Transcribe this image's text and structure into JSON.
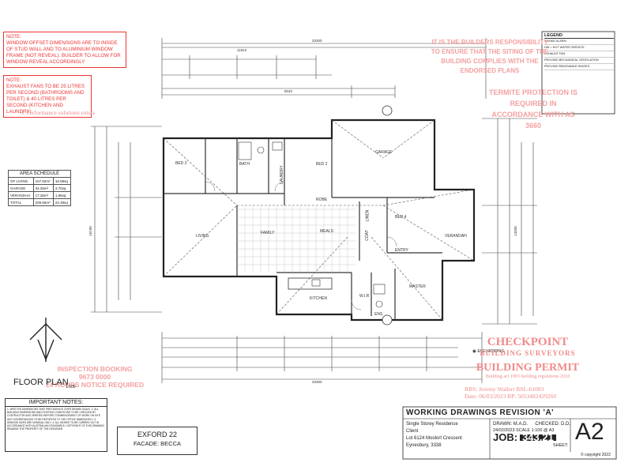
{
  "notes": {
    "window_note": "NOTE:\nWINDOW OFFSET DIMENSIONS ARE TO INSIDE OF STUD WALL AND TO ALUMINIUM WINDOW FRAME (NOT REVEAL). BUILDER TO ALLOW FOR WINDOW REVEAL ACCORDINGLY",
    "exhaust_note": "NOTE:\nEXHAUST FANS TO BE 25 LITRES PER SECOND (BATHROOMS AND TOILET) & 40 LITRES PER SECOND (KITCHEN AND LAUNDRY)",
    "performance": "3. Performance solutions exists"
  },
  "stamps": {
    "builder_responsible": "IT IS THE BUILDERS RESPONSIBILITY TO ENSURE THAT THE SITING OF THE BUILDING COMPLIES WITH THE ENDORSED PLANS",
    "termite": "TERMITE PROTECTION IS REQUIRED IN ACCORDANCE WITH AS 3660",
    "checkpoint_title": "CHECKPOINT",
    "checkpoint_sub": "BUILDING SURVEYORS",
    "building_permit": "BUILDING PERMIT",
    "permit_act": "Building act 1993 building regulations 2018",
    "rbs": "RBS: Jeremy Wallert  BSL-61083",
    "date_bp": "Date: 06/03/2023  BP: 5053482429260",
    "inspection": "INSPECTION BOOKING",
    "inspection_phone": "9673 0000",
    "notice": "24 HOURS NOTICE REQUIRED"
  },
  "legend": {
    "title": "LEGEND",
    "items": [
      "SMOKE ALARM",
      "HW = HOT WATER SERVICE",
      "EXHAUST FAN",
      "PROVIDE MECHANICAL VENTILATION",
      "PROVIDE REMOVABLE HINGES"
    ]
  },
  "area_schedule": {
    "title": "AREA SCHEDULE",
    "rows": [
      [
        "GF LIVING",
        "157.82m²",
        "16.99sq"
      ],
      [
        "GARAGE",
        "34.35m²",
        "3.70sq"
      ],
      [
        "VERANDAH",
        "17.36m²",
        "1.86sq"
      ],
      [
        "TOTAL",
        "209.65m²",
        "22.46sq"
      ]
    ]
  },
  "rooms": {
    "bed3": "BED 3",
    "bath": "BATH",
    "laundry": "LAUNDRY",
    "bed2": "BED 2",
    "garage": "GARAGE",
    "robe": "ROBE",
    "living": "LIVING",
    "family": "FAMILY",
    "meals": "MEALS",
    "bed4": "BED 4",
    "verandah": "VERANDAH",
    "entry": "ENTRY",
    "kitchen": "KITCHEN",
    "wir": "W.I.R",
    "master": "MASTER",
    "coat": "COAT",
    "linen": "LINEN",
    "ens": "ENS"
  },
  "dimensions": {
    "top_overall": "20300",
    "top_second": "11810",
    "top_third": "8040",
    "bottom_overall": "20300",
    "right_overall": "14830",
    "left_overall": "16190"
  },
  "floor_plan": {
    "title": "FLOOR PLAN",
    "scale": "1:100"
  },
  "important_notes": {
    "title": "IMPORTANT NOTES:",
    "body": "1. WRITTEN DIMENSIONS TAKE PRECEDENCE OVER DRAWN SCALE. 2. ALL BUILDING DIMENSIONS AND EXISTING CONDITIONS TO BE CHECKED BY CONTRACTOR AND VERIFIED BEFORE COMMENCEMENT OF WORK ON SITE. ANY DISCREPANCIES TO BE REPORTED TO THE OFFICE IMMEDIATELY. 3. WINDOW SIZES ARE NOMINAL ONLY. 4. ALL WORKS TO BE CARRIED OUT IN ACCORDANCE WITH AUSTRALIAN STANDARDS. COPYRIGHT OF THIS DRAWING REMAINS THE PROPERTY OF THE DESIGNER."
  },
  "design": {
    "name": "EXFORD 22",
    "facade": "FACADE: BECCA"
  },
  "title_block": {
    "heading": "WORKING DRAWINGS REVISION 'A'",
    "project": "Single Storey Residence",
    "client": "Client",
    "address": "Lot 6124 Moolort Crescent",
    "suburb": "Eynesbury, 3338",
    "drawn": "DRAWN:  M.A.D.",
    "checked": "CHECKED: D.D.",
    "date_scale": "24/02/2023  SCALE 1:100 @ A3",
    "job_label": "JOB:",
    "job_no": "343.21",
    "sheet_label": "SHEET:",
    "sheet_no": "A2",
    "copyright": "© copyright 2022"
  },
  "elevations_ref": "ELEVATIONS"
}
